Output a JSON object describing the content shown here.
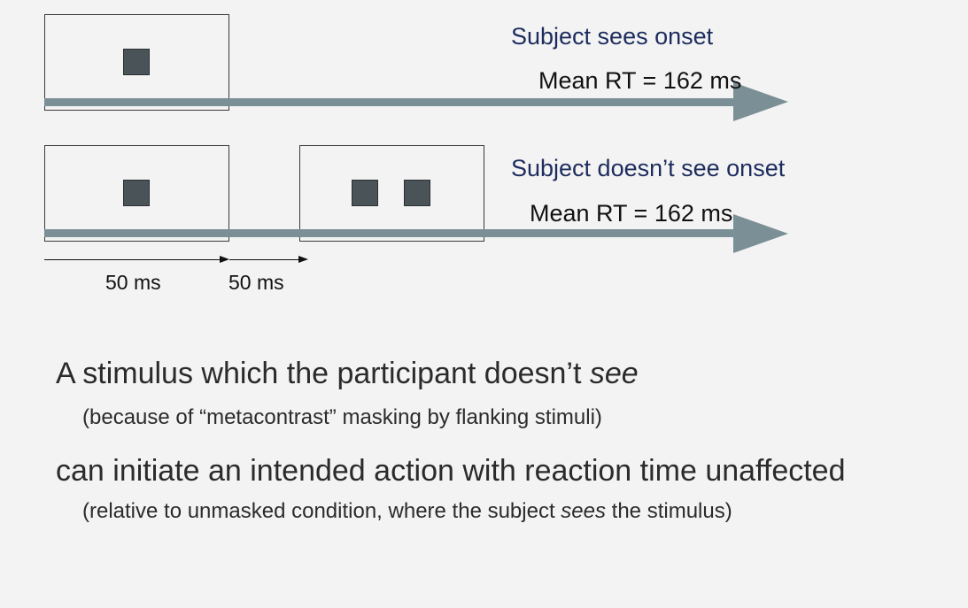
{
  "row1": {
    "caption": "Subject sees onset",
    "rt": "Mean RT = 162 ms"
  },
  "row2": {
    "caption": "Subject doesn’t see onset",
    "rt": "Mean RT = 162 ms"
  },
  "timeline": {
    "label1": "50 ms",
    "label2": "50 ms"
  },
  "text": {
    "line1_prefix": "A stimulus which the participant doesn’t ",
    "line1_emph": "see",
    "line2": "(because of “metacontrast” masking by flanking stimuli)",
    "line3": "can initiate an intended action with reaction time unaffected",
    "line4_prefix": "(relative to unmasked condition,  where the subject ",
    "line4_emph": "sees",
    "line4_suffix": " the stimulus)"
  },
  "colors": {
    "background": "#f3f3f3",
    "arrow": "#7b8f96",
    "square": "#4a5358",
    "caption": "#1d2c5e"
  }
}
